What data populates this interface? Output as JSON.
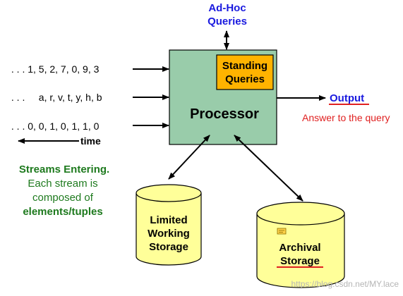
{
  "adhoc_queries": {
    "line1": "Ad-Hoc",
    "line2": "Queries"
  },
  "processor": {
    "label": "Processor"
  },
  "standing_queries": {
    "line1": "Standing",
    "line2": "Queries"
  },
  "output": {
    "label": "Output",
    "note": "Answer to the query"
  },
  "streams": [
    " . . . 1, 5, 2, 7, 0, 9, 3",
    " . . .     a, r, v, t, y, h, b",
    " . . . 0, 0, 1, 0, 1, 1, 0"
  ],
  "time_label": "time",
  "streams_caption": {
    "line1": "Streams Entering.",
    "line2": "Each stream is",
    "line3": "composed of",
    "line4": "elements/tuples"
  },
  "limited_storage": {
    "line1": "Limited",
    "line2": "Working",
    "line3": "Storage"
  },
  "archival_storage": {
    "line1": "Archival",
    "line2": "Storage"
  },
  "watermark": "https://blog.csdn.net/MY.lace",
  "colors": {
    "processor_fill": "#99CCAA",
    "standing_fill": "#FFB300",
    "cylinder_fill": "#FFFF99",
    "blue": "#1a1adf",
    "green": "#1e7a1e",
    "red": "#e02020"
  }
}
